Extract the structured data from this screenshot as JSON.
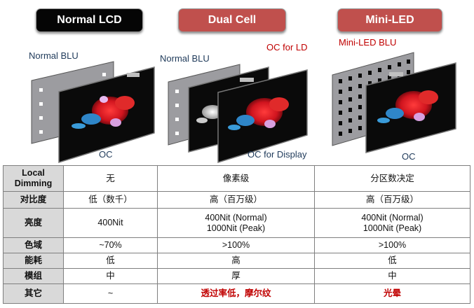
{
  "headers": {
    "col1": "Normal LCD",
    "col2": "Dual Cell",
    "col3": "Mini-LED"
  },
  "diagram_labels": {
    "normal_blu_1": "Normal BLU",
    "oc_1": "OC",
    "normal_blu_2": "Normal BLU",
    "oc_for_ld": "OC for LD",
    "oc_for_display": "OC for Display",
    "miniled_blu": "Mini-LED BLU",
    "oc_3": "OC"
  },
  "colors": {
    "black_header": "#050505",
    "red_header": "#c0504d",
    "highlight_text": "#c00000",
    "row_header_bg": "#d9d9d9"
  },
  "table": {
    "rows": [
      {
        "label_line1": "Local",
        "label_line2": "Dimming",
        "c1": "无",
        "c2": "像素级",
        "c3": "分区数决定"
      },
      {
        "label": "对比度",
        "c1": "低（数千）",
        "c2": "高（百万级）",
        "c3": "高（百万级）"
      },
      {
        "label": "亮度",
        "c1": "400Nit",
        "c2_l1": "400Nit (Normal)",
        "c2_l2": "1000Nit (Peak)",
        "c3_l1": "400Nit (Normal)",
        "c3_l2": "1000Nit (Peak)"
      },
      {
        "label": "色域",
        "c1": "~70%",
        "c2": ">100%",
        "c3": ">100%"
      },
      {
        "label": "能耗",
        "c1": "低",
        "c2": "高",
        "c3": "低"
      },
      {
        "label": "模组",
        "c1": "中",
        "c2": "厚",
        "c3": "中"
      },
      {
        "label": "其它",
        "c1": "~",
        "c2": "透过率低，摩尔纹",
        "c3": "光晕"
      }
    ]
  }
}
